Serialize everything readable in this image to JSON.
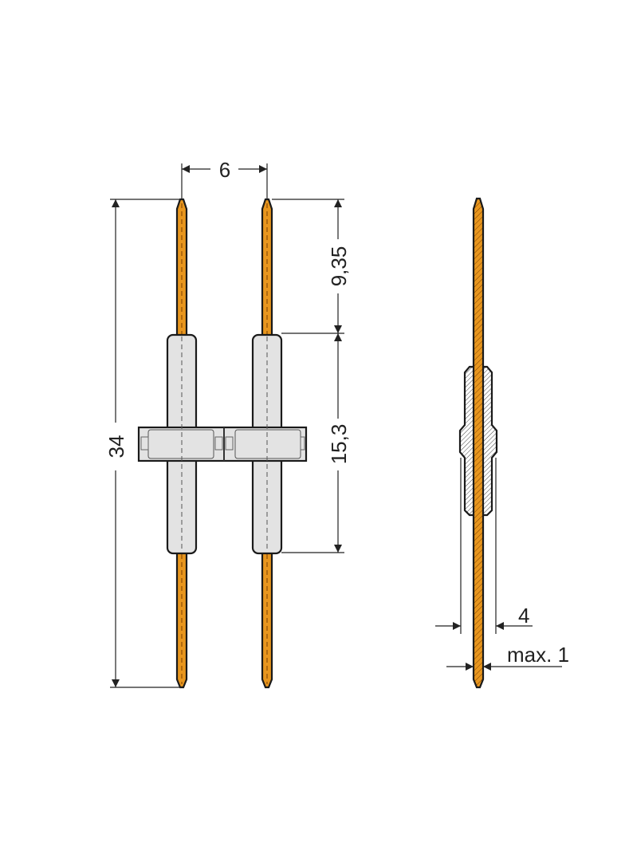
{
  "dimensions": {
    "pitch": "6",
    "total_length": "34",
    "pin_upper_length": "9,35",
    "housing_length": "15,3",
    "housing_width": "4",
    "thickness": "max. 1"
  },
  "colors": {
    "pin": "#E8961E",
    "housing": "#E3E3E3",
    "outline": "#1A1A1A"
  }
}
